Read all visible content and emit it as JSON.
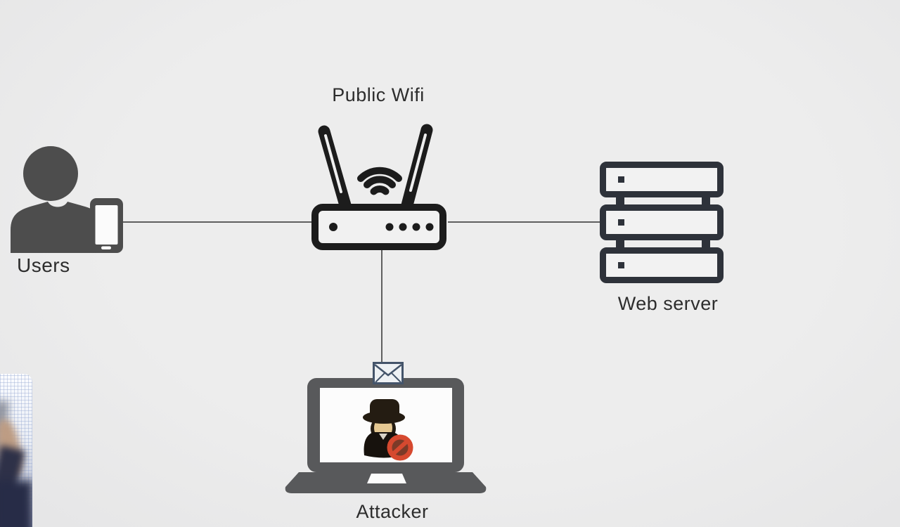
{
  "canvas": {
    "background": "#eaeaea"
  },
  "diagram": {
    "nodes": [
      {
        "id": "users",
        "label": "Users",
        "icon": "user-with-smartphone-icon"
      },
      {
        "id": "public-wifi",
        "label": "Public Wifi",
        "icon": "wifi-router-icon"
      },
      {
        "id": "web-server",
        "label": "Web server",
        "icon": "server-stack-icon"
      },
      {
        "id": "attacker",
        "label": "Attacker",
        "icon": "spy-laptop-icon"
      }
    ],
    "edges": [
      {
        "from": "users",
        "to": "public-wifi",
        "style": "solid-line"
      },
      {
        "from": "public-wifi",
        "to": "web-server",
        "style": "solid-line"
      },
      {
        "from": "public-wifi",
        "to": "attacker",
        "style": "solid-line",
        "badge": "envelope-icon"
      }
    ],
    "colors": {
      "router_icon": "#1c1c1c",
      "user_icon": "#4d4d4d",
      "server_icon": "#2e323a",
      "laptop_icon": "#58595b",
      "connector_line": "#5f5f5f",
      "label_text": "#2d2d2d",
      "prohibition_red": "#d6492f",
      "prohibition_fill": "#7c3a28",
      "envelope_outline": "#44546a",
      "spy_hat": "#241c12",
      "spy_face": "#e5c892"
    },
    "corner_inset": {
      "icon": "partial-person-video-overlay"
    }
  }
}
